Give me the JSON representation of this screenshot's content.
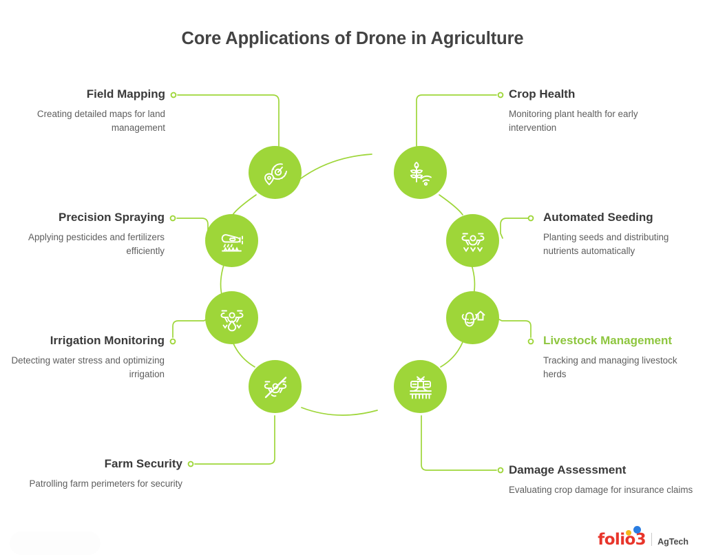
{
  "page": {
    "title": "Core Applications of Drone in Agriculture",
    "background_color": "#ffffff",
    "accent_color": "#9ed639",
    "heading_color": "#3a3a3a",
    "body_color": "#5d5d5d"
  },
  "items": [
    {
      "id": "field-mapping",
      "title": "Field Mapping",
      "description": "Creating detailed maps for land management",
      "icon": "radar-map-pin-icon",
      "side": "left",
      "highlighted": false
    },
    {
      "id": "crop-health",
      "title": "Crop Health",
      "description": "Monitoring plant health for early intervention",
      "icon": "wheat-signal-icon",
      "side": "right",
      "highlighted": false
    },
    {
      "id": "precision-spraying",
      "title": "Precision Spraying",
      "description": "Applying pesticides and fertilizers efficiently",
      "icon": "crop-duster-spray-icon",
      "side": "left",
      "highlighted": false
    },
    {
      "id": "automated-seeding",
      "title": "Automated Seeding",
      "description": "Planting seeds and distributing nutrients automatically",
      "icon": "drone-seeding-icon",
      "side": "right",
      "highlighted": false
    },
    {
      "id": "irrigation-monitoring",
      "title": "Irrigation Monitoring",
      "description": "Detecting water stress and optimizing irrigation",
      "icon": "drone-water-drop-icon",
      "side": "left",
      "highlighted": false
    },
    {
      "id": "livestock-management",
      "title": "Livestock Management",
      "description": "Tracking and managing livestock herds",
      "icon": "cow-barn-icon",
      "side": "right",
      "highlighted": true
    },
    {
      "id": "farm-security",
      "title": "Farm Security",
      "description": "Patrolling farm perimeters for security",
      "icon": "drone-slash-patrol-icon",
      "side": "left",
      "highlighted": false
    },
    {
      "id": "damage-assessment",
      "title": "Damage Assessment",
      "description": "Evaluating crop damage for insurance claims",
      "icon": "harvester-machinery-icon",
      "side": "right",
      "highlighted": false
    }
  ],
  "logo": {
    "word": "folio3",
    "sub": "AgTech",
    "word_color": "#e8352b",
    "dot_colors": [
      "#f5b81c",
      "#2a7de1"
    ]
  }
}
